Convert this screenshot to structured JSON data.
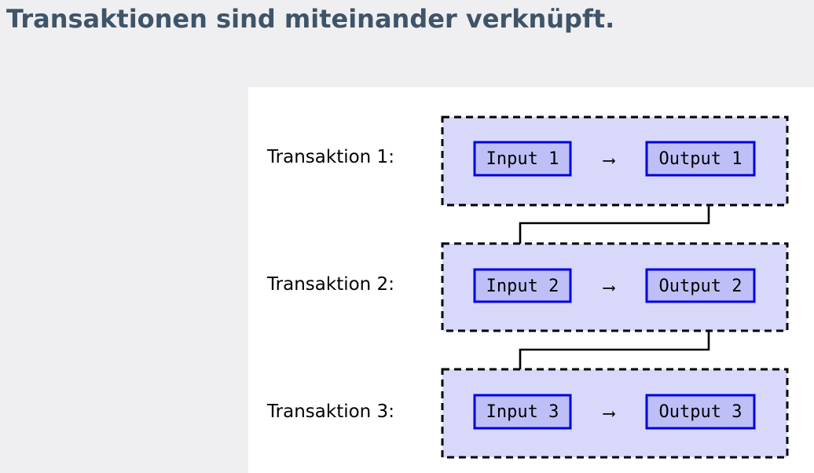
{
  "slide": {
    "title": "Transaktionen sind miteinander verknüpft."
  },
  "colors": {
    "title": "#3f5469",
    "background": "#efeff1",
    "panel": "#ffffff",
    "group_fill": "#d8d8fb",
    "box_fill": "#bfbff8",
    "box_border": "#0000e0",
    "line": "#000000"
  },
  "diagram": {
    "transactions": [
      {
        "label": "Transaktion 1:",
        "input": "Input 1",
        "output": "Output 1"
      },
      {
        "label": "Transaktion 2:",
        "input": "Input 2",
        "output": "Output 2"
      },
      {
        "label": "Transaktion 3:",
        "input": "Input 3",
        "output": "Output 3"
      }
    ],
    "arrow_symbol": "⟶"
  }
}
